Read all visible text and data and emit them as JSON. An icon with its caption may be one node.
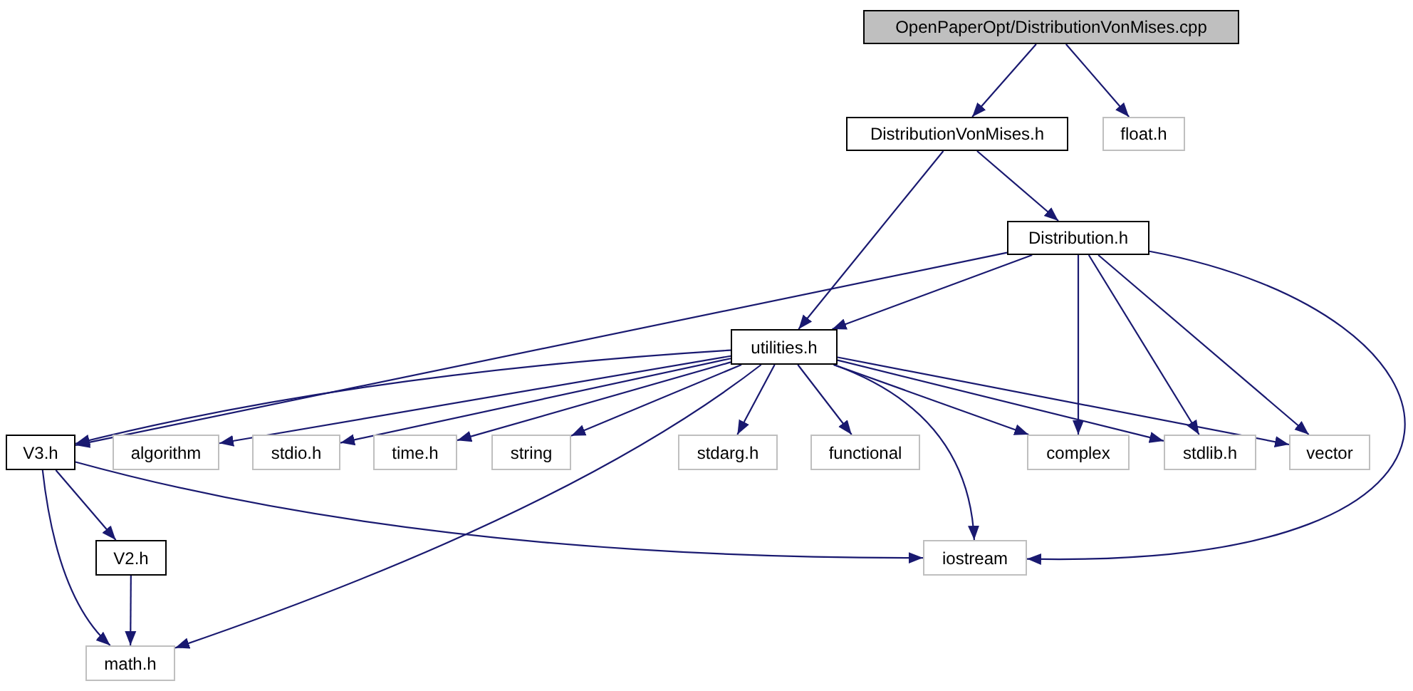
{
  "diagram": {
    "nodes": [
      {
        "text": [
          "OpenPaperOpt/DistributionVonMises.cpp"
        ]
      },
      {
        "text": [
          "DistributionVonMises.h"
        ]
      },
      {
        "text": [
          "float.h"
        ]
      },
      {
        "text": [
          "Distribution.h"
        ]
      },
      {
        "text": [
          "utilities.h"
        ]
      },
      {
        "text": [
          "V3.h"
        ]
      },
      {
        "text": [
          "algorithm"
        ]
      },
      {
        "text": [
          "stdio.h"
        ]
      },
      {
        "text": [
          "time.h"
        ]
      },
      {
        "text": [
          "string"
        ]
      },
      {
        "text": [
          "stdarg.h"
        ]
      },
      {
        "text": [
          "functional"
        ]
      },
      {
        "text": [
          "complex"
        ]
      },
      {
        "text": [
          "stdlib.h"
        ]
      },
      {
        "text": [
          "vector"
        ]
      },
      {
        "text": [
          "V2.h"
        ]
      },
      {
        "text": [
          "iostream"
        ]
      },
      {
        "text": [
          "math.h"
        ]
      }
    ],
    "edges": [
      {
        "from": 0,
        "to": 1,
        "arrow": "to"
      },
      {
        "from": 0,
        "to": 2,
        "arrow": "to"
      },
      {
        "from": 1,
        "to": 4,
        "arrow": "to"
      },
      {
        "from": 1,
        "to": 3,
        "arrow": "to"
      },
      {
        "from": 3,
        "to": 4,
        "arrow": "to"
      },
      {
        "from": 3,
        "to": 5,
        "arrow": "to"
      },
      {
        "from": 3,
        "to": 12,
        "arrow": "to"
      },
      {
        "from": 3,
        "to": 13,
        "arrow": "to"
      },
      {
        "from": 3,
        "to": 14,
        "arrow": "to"
      },
      {
        "from": 3,
        "to": 16,
        "arrow": "to"
      },
      {
        "from": 4,
        "to": 5,
        "arrow": "to"
      },
      {
        "from": 4,
        "to": 6,
        "arrow": "to"
      },
      {
        "from": 4,
        "to": 7,
        "arrow": "to"
      },
      {
        "from": 4,
        "to": 8,
        "arrow": "to"
      },
      {
        "from": 4,
        "to": 9,
        "arrow": "to"
      },
      {
        "from": 4,
        "to": 10,
        "arrow": "to"
      },
      {
        "from": 4,
        "to": 11,
        "arrow": "to"
      },
      {
        "from": 4,
        "to": 12,
        "arrow": "to"
      },
      {
        "from": 4,
        "to": 13,
        "arrow": "to"
      },
      {
        "from": 4,
        "to": 14,
        "arrow": "to"
      },
      {
        "from": 4,
        "to": 16,
        "arrow": "to"
      },
      {
        "from": 4,
        "to": 17,
        "arrow": "to"
      },
      {
        "from": 5,
        "to": 15,
        "arrow": "to"
      },
      {
        "from": 5,
        "to": 17,
        "arrow": "to"
      },
      {
        "from": 5,
        "to": 16,
        "arrow": "to"
      },
      {
        "from": 15,
        "to": 17,
        "arrow": "to"
      }
    ]
  }
}
